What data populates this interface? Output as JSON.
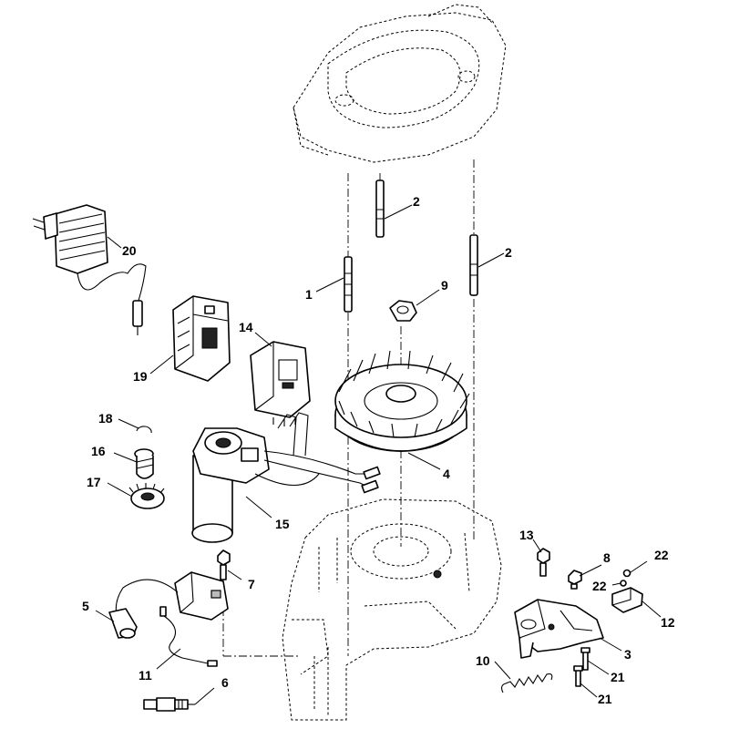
{
  "callouts": [
    {
      "id": "c1",
      "text": "1"
    },
    {
      "id": "c2a",
      "text": "2"
    },
    {
      "id": "c2b",
      "text": "2"
    },
    {
      "id": "c3",
      "text": "3"
    },
    {
      "id": "c4",
      "text": "4"
    },
    {
      "id": "c5",
      "text": "5"
    },
    {
      "id": "c6",
      "text": "6"
    },
    {
      "id": "c7",
      "text": "7"
    },
    {
      "id": "c8",
      "text": "8"
    },
    {
      "id": "c9",
      "text": "9"
    },
    {
      "id": "c10",
      "text": "10"
    },
    {
      "id": "c11",
      "text": "11"
    },
    {
      "id": "c12",
      "text": "12"
    },
    {
      "id": "c13",
      "text": "13"
    },
    {
      "id": "c14",
      "text": "14"
    },
    {
      "id": "c15",
      "text": "15"
    },
    {
      "id": "c16",
      "text": "16"
    },
    {
      "id": "c17",
      "text": "17"
    },
    {
      "id": "c18",
      "text": "18"
    },
    {
      "id": "c19",
      "text": "19"
    },
    {
      "id": "c20",
      "text": "20"
    },
    {
      "id": "c21a",
      "text": "21"
    },
    {
      "id": "c21b",
      "text": "21"
    },
    {
      "id": "c22a",
      "text": "22"
    },
    {
      "id": "c22b",
      "text": "22"
    }
  ]
}
